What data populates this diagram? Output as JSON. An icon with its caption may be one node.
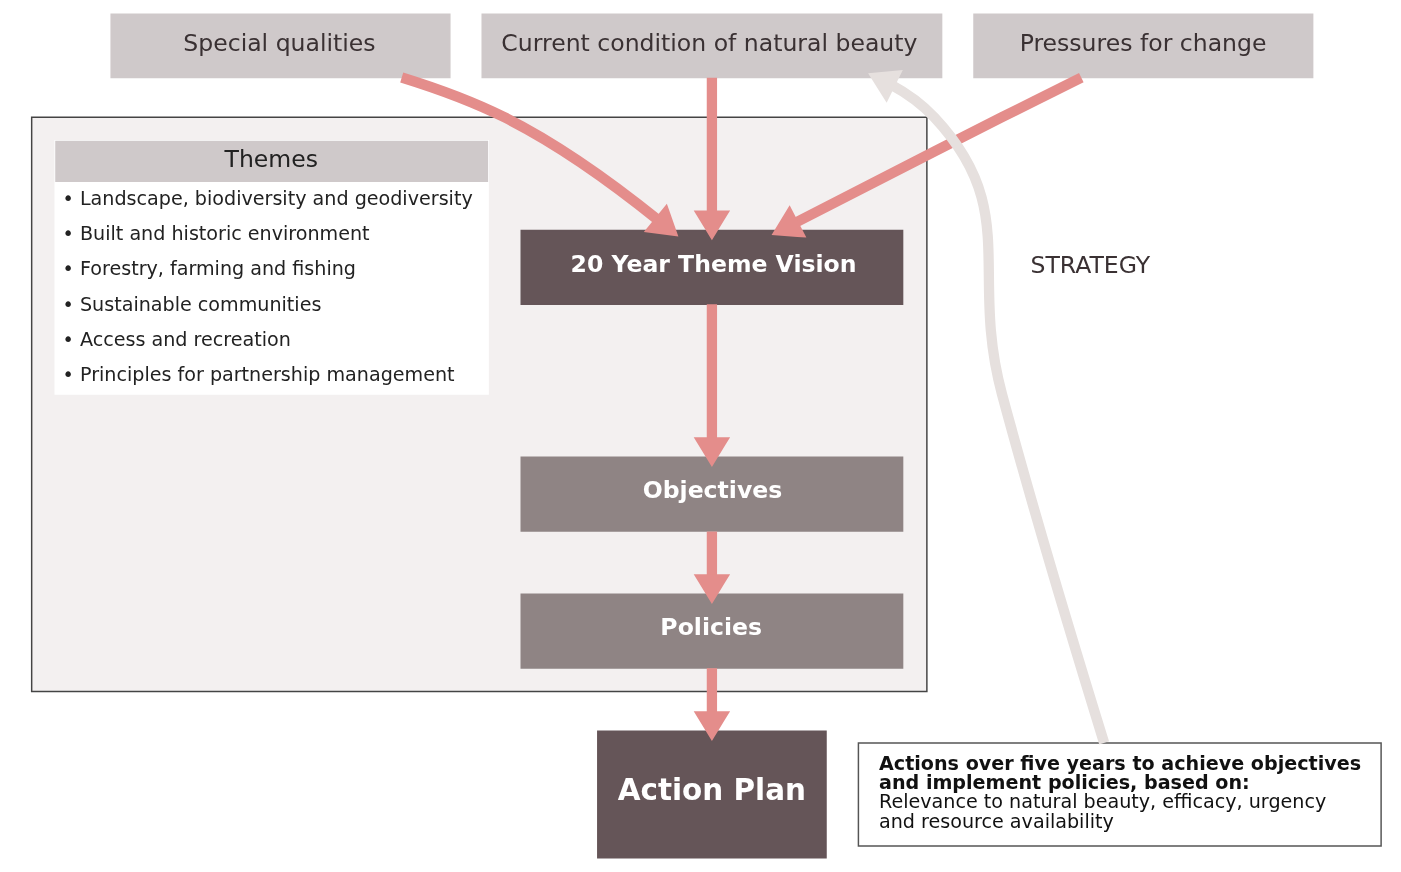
{
  "diagram": {
    "nodes": [
      {
        "text": [
          "Special qualities"
        ]
      },
      {
        "text": [
          "Current condition of natural beauty"
        ]
      },
      {
        "text": [
          "Pressures for change"
        ]
      },
      {
        "text": [],
        "shape": "box"
      },
      {
        "text": [
          "Themes",
          "• Landscape, biodiversity and geodiversity",
          "• Built and historic environment",
          "• Forestry, farming and fishing",
          "• Sustainable communities",
          "• Access and recreation",
          "• Principles for partnership management"
        ],
        "in": 3
      },
      {
        "text": [
          "20 Year Theme Vision"
        ],
        "in": 3
      },
      {
        "text": [
          "Objectives"
        ],
        "in": 3
      },
      {
        "text": [
          "Policies"
        ],
        "in": 3
      },
      {
        "text": [
          "Action Plan"
        ]
      },
      {
        "text": [
          "**Actions over five years to achieve objectives and implement policies, based on:** Relevance to natural beauty, efficacy, urgency and resource availability"
        ]
      }
    ],
    "edges": [
      {
        "from": 0,
        "to": 5,
        "arrow": "to"
      },
      {
        "from": 1,
        "to": 5,
        "arrow": "to"
      },
      {
        "from": 2,
        "to": 5,
        "arrow": "to"
      },
      {
        "from": 5,
        "to": 6,
        "arrow": "to"
      },
      {
        "from": 6,
        "to": 7,
        "arrow": "to"
      },
      {
        "from": 7,
        "to": 8,
        "arrow": "to"
      },
      {
        "from": 9,
        "to": 1,
        "arrow": "to",
        "color": "#e6e0de"
      }
    ],
    "labels": [
      "STRATEGY"
    ]
  }
}
